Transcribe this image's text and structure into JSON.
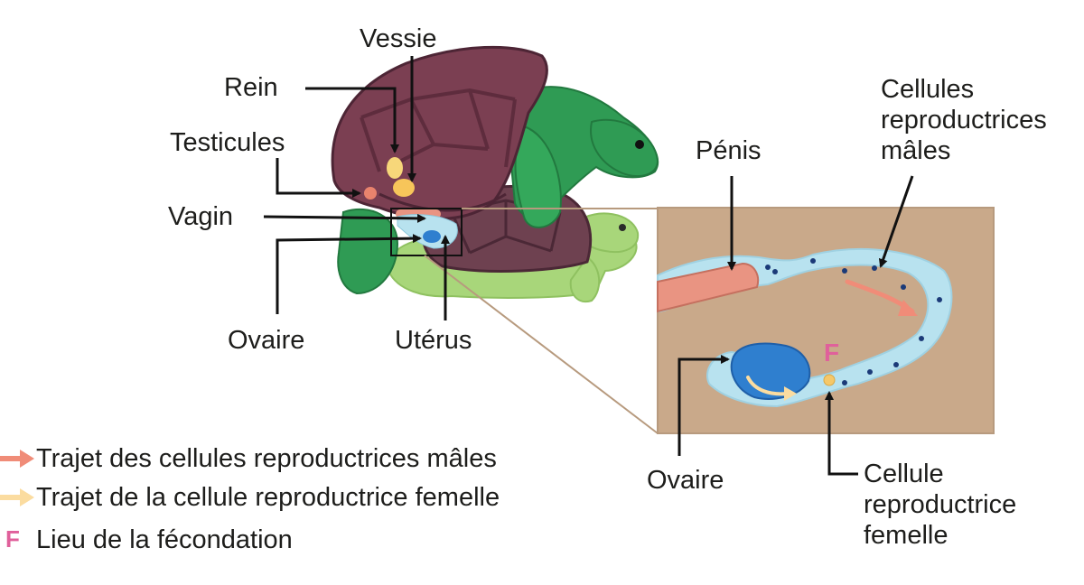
{
  "labels": {
    "vessie": "Vessie",
    "rein": "Rein",
    "testicules": "Testicules",
    "vagin": "Vagin",
    "ovaire_left": "Ovaire",
    "uterus": "Utérus",
    "penis": "Pénis",
    "cellules_males": [
      "Cellules",
      "reproductrices",
      "mâles"
    ],
    "ovaire_right": "Ovaire",
    "cellule_femelle": [
      "Cellule",
      "reproductrice",
      "femelle"
    ],
    "fecondation_marker": "F"
  },
  "legend": [
    {
      "icon": "male-path-arrow-icon",
      "text": "Trajet des cellules reproductrices mâles",
      "color": "#f08c78"
    },
    {
      "icon": "female-path-arrow-icon",
      "text": "Trajet de la cellule reproductrice femelle",
      "color": "#fbdca0"
    },
    {
      "icon": "fecondation-f-icon",
      "text": "Lieu de la fécondation",
      "color": "#e0609b",
      "mark": "F"
    }
  ],
  "colors": {
    "shell_male": "#7b3f52",
    "shell_male_dark": "#5e2c3d",
    "skin_male": "#2f9b54",
    "skin_female": "#a8d67a",
    "shell_female": "#6e4150",
    "inset_bg": "#c9a98a",
    "tract": "#b8e2ef",
    "ovary": "#2f7fcf",
    "penis": "#e99482",
    "fecondation": "#e0609b",
    "ovule": "#f5c86a"
  }
}
